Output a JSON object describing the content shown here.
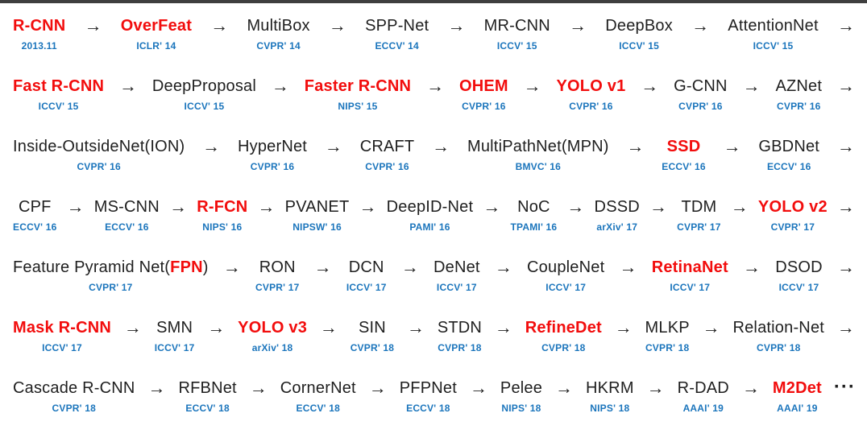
{
  "title": "Object detection milestones timeline",
  "theme": {
    "milestone_red": "#f20d0d",
    "venue_blue": "#1b75bc",
    "text_black": "#1f1f1f",
    "top_border": "#3f3f3f",
    "background": "#ffffff"
  },
  "glyphs": {
    "arrow": "→",
    "ellipsis": "···"
  },
  "rows": [
    {
      "trail": "arrow",
      "items": [
        {
          "pre": "",
          "red": "R-CNN",
          "post": "",
          "venue": "2013.11"
        },
        {
          "pre": "",
          "red": "OverFeat",
          "post": "",
          "venue": "ICLR' 14"
        },
        {
          "pre": "MultiBox",
          "red": "",
          "post": "",
          "venue": "CVPR' 14"
        },
        {
          "pre": "SPP-Net",
          "red": "",
          "post": "",
          "venue": "ECCV' 14"
        },
        {
          "pre": "MR-CNN",
          "red": "",
          "post": "",
          "venue": "ICCV' 15"
        },
        {
          "pre": "DeepBox",
          "red": "",
          "post": "",
          "venue": "ICCV' 15"
        },
        {
          "pre": "AttentionNet",
          "red": "",
          "post": "",
          "venue": "ICCV' 15"
        }
      ]
    },
    {
      "trail": "arrow",
      "items": [
        {
          "pre": "",
          "red": "Fast R-CNN",
          "post": "",
          "venue": "ICCV' 15"
        },
        {
          "pre": "DeepProposal",
          "red": "",
          "post": "",
          "venue": "ICCV' 15"
        },
        {
          "pre": "",
          "red": "Faster R-CNN",
          "post": "",
          "venue": "NIPS' 15"
        },
        {
          "pre": "",
          "red": "OHEM",
          "post": "",
          "venue": "CVPR' 16"
        },
        {
          "pre": "",
          "red": "YOLO v1",
          "post": "",
          "venue": "CVPR' 16"
        },
        {
          "pre": "G-CNN",
          "red": "",
          "post": "",
          "venue": "CVPR' 16"
        },
        {
          "pre": "AZNet",
          "red": "",
          "post": "",
          "venue": "CVPR' 16"
        }
      ]
    },
    {
      "trail": "arrow",
      "items": [
        {
          "pre": "Inside-OutsideNet(ION)",
          "red": "",
          "post": "",
          "venue": "CVPR' 16"
        },
        {
          "pre": "HyperNet",
          "red": "",
          "post": "",
          "venue": "CVPR' 16"
        },
        {
          "pre": "CRAFT",
          "red": "",
          "post": "",
          "venue": "CVPR' 16"
        },
        {
          "pre": "MultiPathNet(MPN)",
          "red": "",
          "post": "",
          "venue": "BMVC' 16"
        },
        {
          "pre": "",
          "red": "SSD",
          "post": "",
          "venue": "ECCV' 16"
        },
        {
          "pre": "GBDNet",
          "red": "",
          "post": "",
          "venue": "ECCV' 16"
        }
      ]
    },
    {
      "trail": "arrow",
      "items": [
        {
          "pre": "CPF",
          "red": "",
          "post": "",
          "venue": "ECCV' 16"
        },
        {
          "pre": "MS-CNN",
          "red": "",
          "post": "",
          "venue": "ECCV' 16"
        },
        {
          "pre": "",
          "red": "R-FCN",
          "post": "",
          "venue": "NIPS' 16"
        },
        {
          "pre": "PVANET",
          "red": "",
          "post": "",
          "venue": "NIPSW' 16"
        },
        {
          "pre": "DeepID-Net",
          "red": "",
          "post": "",
          "venue": "PAMI' 16"
        },
        {
          "pre": "NoC",
          "red": "",
          "post": "",
          "venue": "TPAMI' 16"
        },
        {
          "pre": "DSSD",
          "red": "",
          "post": "",
          "venue": "arXiv' 17"
        },
        {
          "pre": "TDM",
          "red": "",
          "post": "",
          "venue": "CVPR' 17"
        },
        {
          "pre": "",
          "red": "YOLO v2",
          "post": "",
          "venue": "CVPR' 17"
        }
      ]
    },
    {
      "trail": "arrow",
      "items": [
        {
          "pre": "Feature Pyramid Net(",
          "red": "FPN",
          "post": ")",
          "venue": "CVPR' 17"
        },
        {
          "pre": "RON",
          "red": "",
          "post": "",
          "venue": "CVPR' 17"
        },
        {
          "pre": "DCN",
          "red": "",
          "post": "",
          "venue": "ICCV' 17"
        },
        {
          "pre": "DeNet",
          "red": "",
          "post": "",
          "venue": "ICCV' 17"
        },
        {
          "pre": "CoupleNet",
          "red": "",
          "post": "",
          "venue": "ICCV' 17"
        },
        {
          "pre": "",
          "red": "RetinaNet",
          "post": "",
          "venue": "ICCV' 17"
        },
        {
          "pre": "DSOD",
          "red": "",
          "post": "",
          "venue": "ICCV' 17"
        }
      ]
    },
    {
      "trail": "arrow",
      "items": [
        {
          "pre": "",
          "red": "Mask R-CNN",
          "post": "",
          "venue": "ICCV' 17"
        },
        {
          "pre": "SMN",
          "red": "",
          "post": "",
          "venue": "ICCV' 17"
        },
        {
          "pre": "",
          "red": "YOLO v3",
          "post": "",
          "venue": "arXiv' 18"
        },
        {
          "pre": "SIN",
          "red": "",
          "post": "",
          "venue": "CVPR' 18"
        },
        {
          "pre": "STDN",
          "red": "",
          "post": "",
          "venue": "CVPR' 18"
        },
        {
          "pre": "",
          "red": "RefineDet",
          "post": "",
          "venue": "CVPR' 18"
        },
        {
          "pre": "MLKP",
          "red": "",
          "post": "",
          "venue": "CVPR' 18"
        },
        {
          "pre": "Relation-Net",
          "red": "",
          "post": "",
          "venue": "CVPR' 18"
        }
      ]
    },
    {
      "trail": "ellipsis",
      "items": [
        {
          "pre": "Cascade R-CNN",
          "red": "",
          "post": "",
          "venue": "CVPR' 18"
        },
        {
          "pre": "RFBNet",
          "red": "",
          "post": "",
          "venue": "ECCV' 18"
        },
        {
          "pre": "CornerNet",
          "red": "",
          "post": "",
          "venue": "ECCV' 18"
        },
        {
          "pre": "PFPNet",
          "red": "",
          "post": "",
          "venue": "ECCV' 18"
        },
        {
          "pre": "Pelee",
          "red": "",
          "post": "",
          "venue": "NIPS' 18"
        },
        {
          "pre": "HKRM",
          "red": "",
          "post": "",
          "venue": "NIPS' 18"
        },
        {
          "pre": "R-DAD",
          "red": "",
          "post": "",
          "venue": "AAAI' 19"
        },
        {
          "pre": "",
          "red": "M2Det",
          "post": "",
          "venue": "AAAI' 19"
        }
      ]
    }
  ]
}
